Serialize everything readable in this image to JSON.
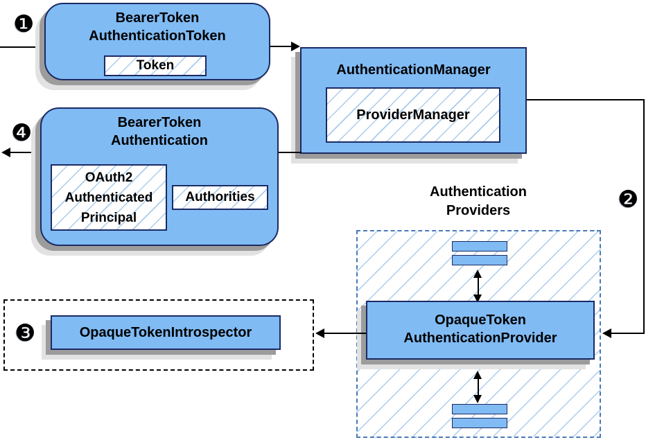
{
  "badges": {
    "step1": "❶",
    "step2": "❷",
    "step3": "❸",
    "step4": "❹"
  },
  "nodes": {
    "token": {
      "line1": "BearerToken",
      "line2": "AuthenticationToken",
      "inner": "Token"
    },
    "manager": {
      "title": "AuthenticationManager",
      "inner": "ProviderManager"
    },
    "authentication": {
      "line1": "BearerToken",
      "line2": "Authentication",
      "principal1": "OAuth2",
      "principal2": "Authenticated",
      "principal3": "Principal",
      "authorities": "Authorities"
    },
    "providers_label": {
      "line1": "Authentication",
      "line2": "Providers"
    },
    "provider": {
      "line1": "OpaqueToken",
      "line2": "AuthenticationProvider"
    },
    "introspector": {
      "title": "OpaqueTokenIntrospector"
    }
  },
  "colors": {
    "node_fill": "#80bbf4",
    "node_border": "#1b2a63",
    "hatch_line": "#a9cbec",
    "dashed_blue": "#4878b8",
    "shadow_dark": "#9c9c9c",
    "shadow_light": "#e2e2e2",
    "arrow": "#000000"
  }
}
